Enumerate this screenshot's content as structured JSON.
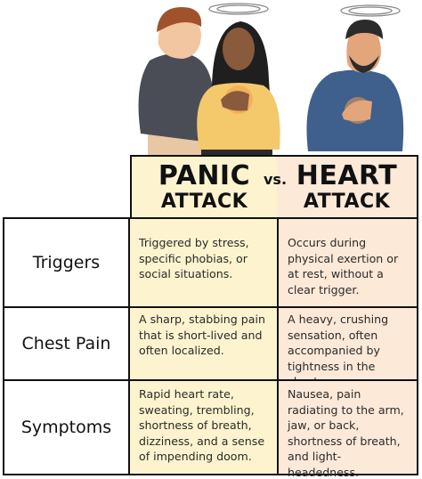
{
  "illustration": {
    "people_icon": "three-people-with-chest-pain-illustration"
  },
  "header": {
    "panic_line1": "PANIC",
    "panic_line2": "ATTACK",
    "vs": "vs.",
    "heart_line1": "HEART",
    "heart_line2": "ATTACK"
  },
  "rows": [
    {
      "label": "Triggers",
      "panic": "Triggered by stress, specific phobias, or social situations.",
      "heart": "Occurs during physical exertion or at rest, without a clear trigger."
    },
    {
      "label": "Chest Pain",
      "panic": "A sharp, stabbing pain that is short-lived and often localized.",
      "heart": "A heavy, crushing sensation, often accompanied by tightness in the chest."
    },
    {
      "label": "Symptoms",
      "panic": "Rapid heart rate, sweating, trembling, shortness of breath, dizziness, and a sense of impending doom.",
      "heart": "Nausea, pain radiating to the arm, jaw, or back, shortness of breath, and light-headedness."
    }
  ],
  "colors": {
    "panic_bg": "#fdf4cf",
    "heart_bg": "#fde9d8",
    "border": "#111111"
  }
}
